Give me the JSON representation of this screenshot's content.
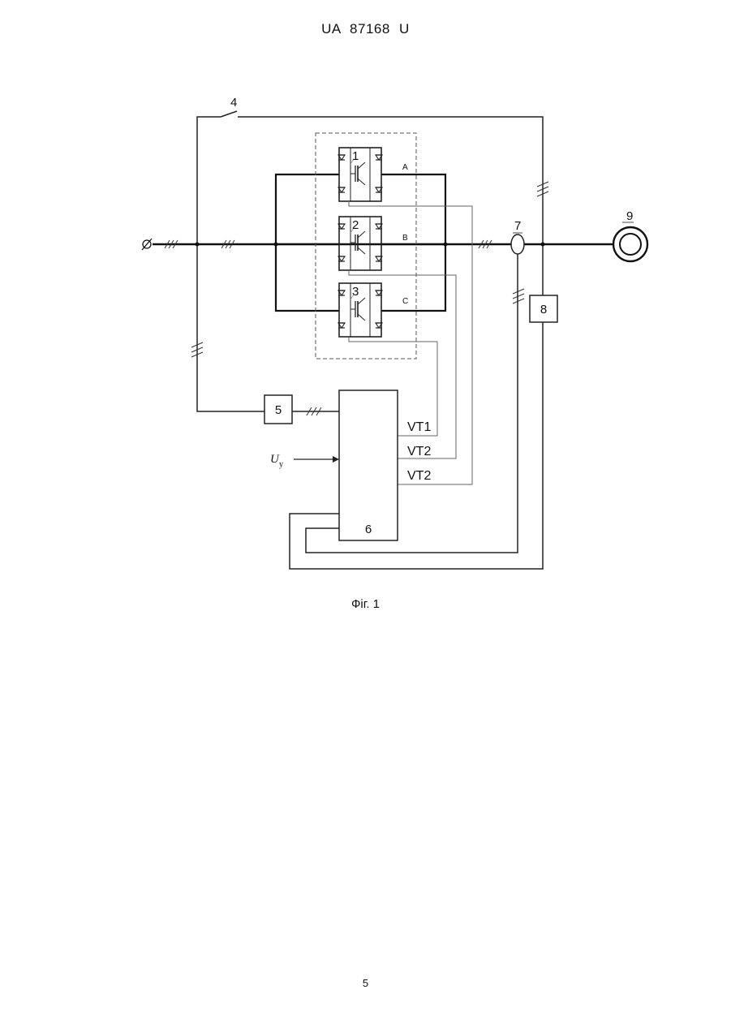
{
  "header": {
    "text": "UA   87168   U"
  },
  "diagram": {
    "labels": {
      "switch": "4",
      "transformer": "7",
      "motor": "9",
      "sensor_block": "8",
      "block_5": "5",
      "control_block": "6",
      "module_1": "1",
      "module_2": "2",
      "module_3": "3",
      "phase_a": "A",
      "phase_b": "B",
      "phase_c": "C",
      "vt1": "VT1",
      "vt2_a": "VT2",
      "vt2_b": "VT2",
      "control_input": "U",
      "control_input_sub": "y"
    },
    "input_symbol": "Ø"
  },
  "caption": {
    "text": "Фіг. 1"
  },
  "footer": {
    "page_number": "5"
  }
}
